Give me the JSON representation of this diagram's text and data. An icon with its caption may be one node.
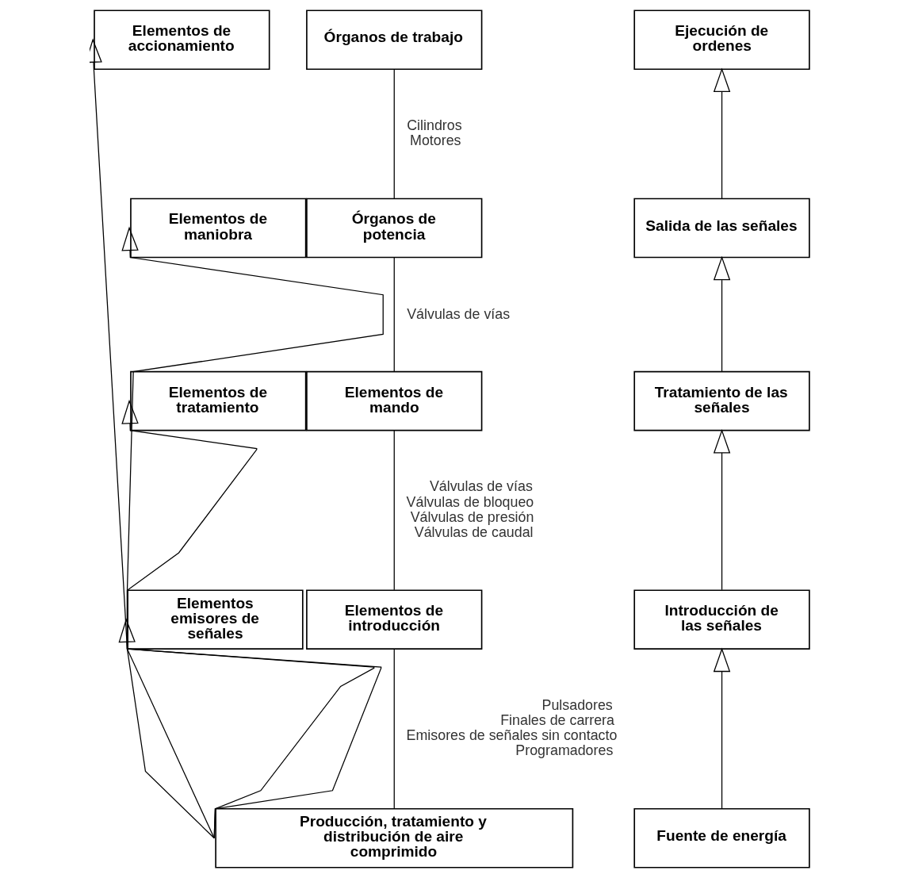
{
  "diagram": {
    "nodes": [
      {
        "text": [
          "Elementos de accionamiento"
        ]
      },
      {
        "text": [
          "Órganos de trabajo"
        ],
        "beside": [
          "Cilindros",
          "Motores"
        ]
      },
      {
        "text": [
          "Elementos de maniobra"
        ]
      },
      {
        "text": [
          "Órganos de potencia"
        ],
        "beside": [
          "Válvulas de vías"
        ]
      },
      {
        "text": [
          "Elementos de tratamiento"
        ]
      },
      {
        "text": [
          "Elementos de mando"
        ],
        "beside": [
          "Válvulas de vías",
          "Válvulas de bloqueo",
          "Válvulas de presión",
          "Válvulas de caudal"
        ]
      },
      {
        "text": [
          "Elementos emisores de señales"
        ]
      },
      {
        "text": [
          "Elementos de introducción"
        ],
        "beside": [
          "Pulsadores",
          "Finales de carrera",
          "Emisores de señales sin contacto",
          "Programadores"
        ]
      },
      {
        "text": [
          "Producción, tratamiento y distribución de aire comprimido"
        ]
      },
      {
        "text": [
          "Ejecución de ordenes"
        ]
      },
      {
        "text": [
          "Salida de las señales"
        ]
      },
      {
        "text": [
          "Tratamiento de las señales"
        ]
      },
      {
        "text": [
          "Introducción de las señales"
        ]
      },
      {
        "text": [
          "Fuente de energía"
        ]
      }
    ],
    "edges": [
      {
        "from": 8,
        "to": 7,
        "arrow": "none"
      },
      {
        "from": 7,
        "to": 5,
        "arrow": "none"
      },
      {
        "from": 5,
        "to": 3,
        "arrow": "none"
      },
      {
        "from": 3,
        "to": 1,
        "arrow": "none"
      },
      {
        "from": 8,
        "to": 0,
        "arrow": "to"
      },
      {
        "from": 8,
        "to": 2,
        "arrow": "to"
      },
      {
        "from": 8,
        "to": 4,
        "arrow": "to"
      },
      {
        "from": 8,
        "to": 6,
        "arrow": "to"
      },
      {
        "from": 13,
        "to": 12,
        "arrow": "to"
      },
      {
        "from": 12,
        "to": 11,
        "arrow": "to"
      },
      {
        "from": 11,
        "to": 10,
        "arrow": "to"
      },
      {
        "from": 10,
        "to": 9,
        "arrow": "to"
      }
    ]
  }
}
